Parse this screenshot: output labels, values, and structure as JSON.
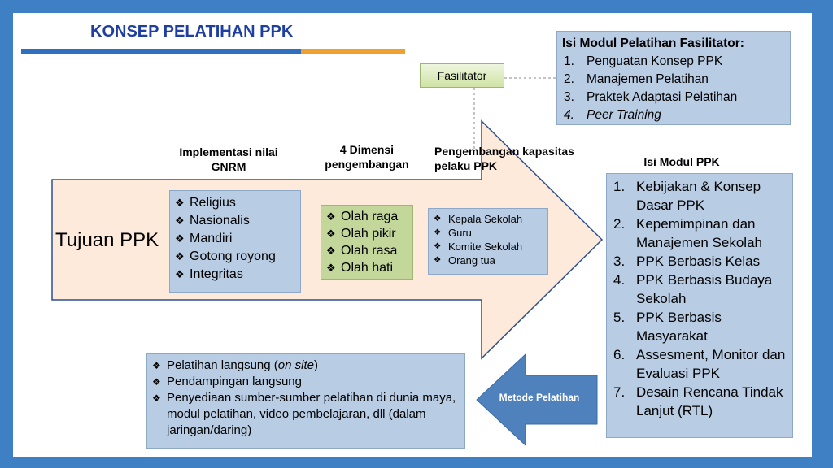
{
  "title": "KONSEP PELATIHAN PPK",
  "fasilitator_label": "Fasilitator",
  "modul_fasilitator": {
    "heading": "Isi Modul Pelatihan Fasilitator:",
    "items": [
      {
        "num": "1.",
        "text": "Penguatan Konsep PPK"
      },
      {
        "num": "2.",
        "text": "Manajemen Pelatihan"
      },
      {
        "num": "3.",
        "text": "Praktek Adaptasi Pelatihan"
      },
      {
        "num": "4.",
        "text": "Peer Training"
      }
    ]
  },
  "labels": {
    "gnrm": "Implementasi nilai GNRM",
    "dimensi": "4 Dimensi pengembangan",
    "kapasitas": "Pengembangan kapasitas pelaku PPK",
    "isi_modul": "Isi Modul PPK"
  },
  "tujuan": "Tujuan PPK",
  "gnrm_values": [
    "Religius",
    "Nasionalis",
    "Mandiri",
    "Gotong royong",
    "Integritas"
  ],
  "dimensi_items": [
    "Olah raga",
    "Olah pikir",
    "Olah rasa",
    "Olah hati"
  ],
  "pelaku_items": [
    "Kepala Sekolah",
    "Guru",
    "Komite Sekolah",
    "Orang tua"
  ],
  "modul_ppk": [
    {
      "num": "1.",
      "text": "Kebijakan & Konsep Dasar PPK"
    },
    {
      "num": "2.",
      "text": "Kepemimpinan dan Manajemen Sekolah"
    },
    {
      "num": "3.",
      "text": "PPK Berbasis Kelas"
    },
    {
      "num": "4.",
      "text": "PPK Berbasis Budaya Sekolah"
    },
    {
      "num": "5.",
      "text": "PPK Berbasis Masyarakat"
    },
    {
      "num": "6.",
      "text": "Assesment, Monitor dan Evaluasi PPK"
    },
    {
      "num": "7.",
      "text": "Desain Rencana Tindak Lanjut (RTL)"
    }
  ],
  "metode_label": "Metode Pelatihan",
  "metode_items": {
    "item1_prefix": "Pelatihan langsung (",
    "item1_em": "on site",
    "item1_suffix": ")",
    "item2": "Pendampingan langsung",
    "item3": "Penyediaan sumber-sumber pelatihan di dunia maya, modul pelatihan, video pembelajaran, dll (dalam jaringan/daring)"
  },
  "colors": {
    "frame": "#3f7fc4",
    "title": "#1f3fa0",
    "arrow_fill": "#fdeada",
    "arrow_stroke": "#2f4f8f",
    "box_blue": "#b8cce4",
    "box_green": "#c4d79b",
    "metode_arrow": "#4f81bd",
    "accent_orange": "#f0a030"
  }
}
